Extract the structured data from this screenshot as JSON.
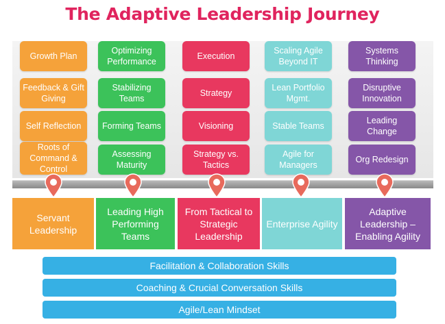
{
  "title": "The Adaptive Leadership Journey",
  "columns": [
    {
      "stage": "Servant Leadership",
      "cards": [
        "Growth Plan",
        "Feedback & Gift Giving",
        "Self Reflection",
        "Roots of Command & Control"
      ],
      "color": "#f5a23a"
    },
    {
      "stage": "Leading High Performing Teams",
      "cards": [
        "Optimizing Performance",
        "Stabilizing Teams",
        "Forming Teams",
        "Assessing Maturity"
      ],
      "color": "#3cc25a"
    },
    {
      "stage": "From Tactical to Strategic Leadership",
      "cards": [
        "Execution",
        "Strategy",
        "Visioning",
        "Strategy vs. Tactics"
      ],
      "color": "#e8385f"
    },
    {
      "stage": "Enterprise Agility",
      "cards": [
        "Scaling Agile Beyond IT",
        "Lean Portfolio Mgmt.",
        "Stable Teams",
        "Agile for Managers"
      ],
      "color": "#7fd6d6"
    },
    {
      "stage": "Adaptive Leadership – Enabling Agility",
      "cards": [
        "Systems Thinking",
        "Disruptive Innovation",
        "Leading Change",
        "Org Redesign"
      ],
      "color": "#8556a8"
    }
  ],
  "foundations": [
    "Facilitation & Collaboration Skills",
    "Coaching & Crucial Conversation Skills",
    "Agile/Lean Mindset"
  ],
  "colors": {
    "title": "#e0245e",
    "pin": "#e86a5c",
    "foundation": "#36b0e4"
  }
}
